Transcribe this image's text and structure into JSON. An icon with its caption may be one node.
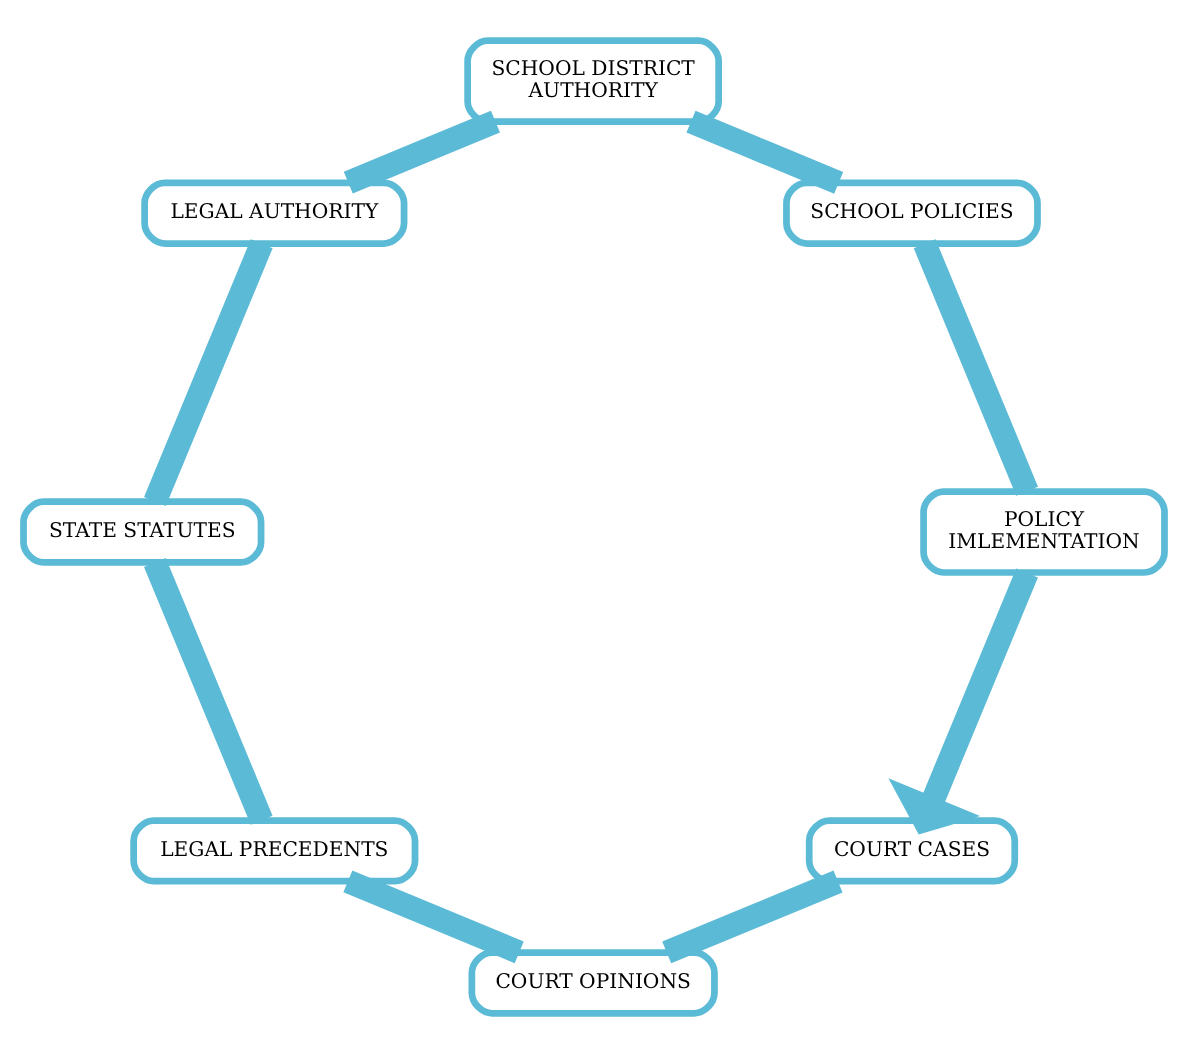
{
  "diagram": {
    "nodes": [
      {
        "text": [
          "COURT CASES"
        ]
      },
      {
        "text": [
          "COURT OPINIONS"
        ]
      },
      {
        "text": [
          "LEGAL PRECEDENTS"
        ]
      },
      {
        "text": [
          "STATE STATUTES"
        ]
      },
      {
        "text": [
          "LEGAL AUTHORITY"
        ]
      },
      {
        "text": [
          "SCHOOL DISTRICT AUTHORITY"
        ]
      },
      {
        "text": [
          "SCHOOL POLICIES"
        ]
      },
      {
        "text": [
          "POLICY IMLEMENTATION"
        ]
      }
    ],
    "edges": [
      {
        "from": 0,
        "to": 1,
        "arrow": "none"
      },
      {
        "from": 1,
        "to": 2,
        "arrow": "none"
      },
      {
        "from": 2,
        "to": 3,
        "arrow": "none"
      },
      {
        "from": 3,
        "to": 4,
        "arrow": "none"
      },
      {
        "from": 4,
        "to": 5,
        "arrow": "none"
      },
      {
        "from": 5,
        "to": 6,
        "arrow": "none"
      },
      {
        "from": 6,
        "to": 7,
        "arrow": "none"
      },
      {
        "from": 7,
        "to": 0,
        "arrow": "to"
      }
    ]
  }
}
